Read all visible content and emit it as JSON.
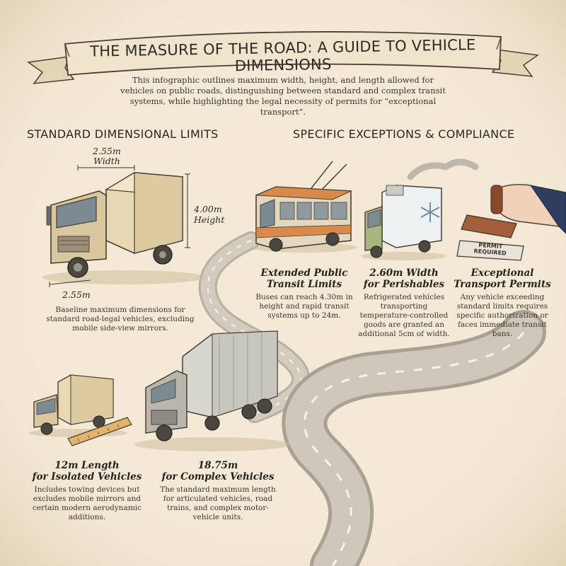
{
  "title": "THE MEASURE OF THE ROAD: A GUIDE TO VEHICLE DIMENSIONS",
  "intro": "This infographic outlines maximum width, height, and length allowed for vehicles on public roads, distinguishing between standard and complex transit systems, while highlighting the legal necessity of permits for “exceptional transport”.",
  "sections": {
    "standard": "STANDARD DIMENSIONAL LIMITS",
    "exceptions": "SPECIFIC EXCEPTIONS & COMPLIANCE"
  },
  "truck_dimensions": {
    "width_value": "2.55m",
    "width_label": "Width",
    "height_value": "4.00m",
    "height_label": "Height",
    "depth_value": "2.55m",
    "caption": "Baseline maximum dimensions for standard road-legal vehicles, excluding mobile side-view mirrors."
  },
  "exceptions": [
    {
      "heading_line1": "Extended Public",
      "heading_line2": "Transit Limits",
      "body": "Buses can reach 4.30m in height and rapid transit systems up to 24m."
    },
    {
      "heading_line1": "2.60m Width",
      "heading_line2": "for Perishables",
      "body": "Refrigerated vehicles transporting temperature-controlled goods are granted an additional 5cm of width."
    },
    {
      "heading_line1": "Exceptional",
      "heading_line2": "Transport Permits",
      "body": "Any vehicle exceeding standard limits requires specific authorization or faces immediate transit bans."
    }
  ],
  "stamp": {
    "line1": "PERMIT",
    "line2": "REQUIRED"
  },
  "lengths": [
    {
      "heading_line1": "12m Length",
      "heading_line2": "for Isolated Vehicles",
      "body": "Includes towing devices but excludes mobile mirrors and certain modern aerodynamic additions."
    },
    {
      "heading_line1": "18.75m",
      "heading_line2": "for Complex Vehicles",
      "body": "The standard maximum length for articulated vehicles, road trains, and complex motor-vehicle units."
    }
  ],
  "colors": {
    "paper": "#f3e9d6",
    "ink": "#2b2722",
    "banner": "#efe4cc",
    "road": "#c9c2b4",
    "cargo": "#e8d9b4",
    "bus_orange": "#d98a4b",
    "reefer_green": "#a7b57e",
    "stamp_wood": "#a35f39"
  },
  "icons": [
    "ribbon-banner",
    "box-truck-icon",
    "trolleybus-icon",
    "refrigerated-truck-icon",
    "snowflake-icon",
    "permit-stamp-icon",
    "small-truck-icon",
    "measuring-ruler-icon",
    "semi-truck-icon",
    "winding-road"
  ]
}
